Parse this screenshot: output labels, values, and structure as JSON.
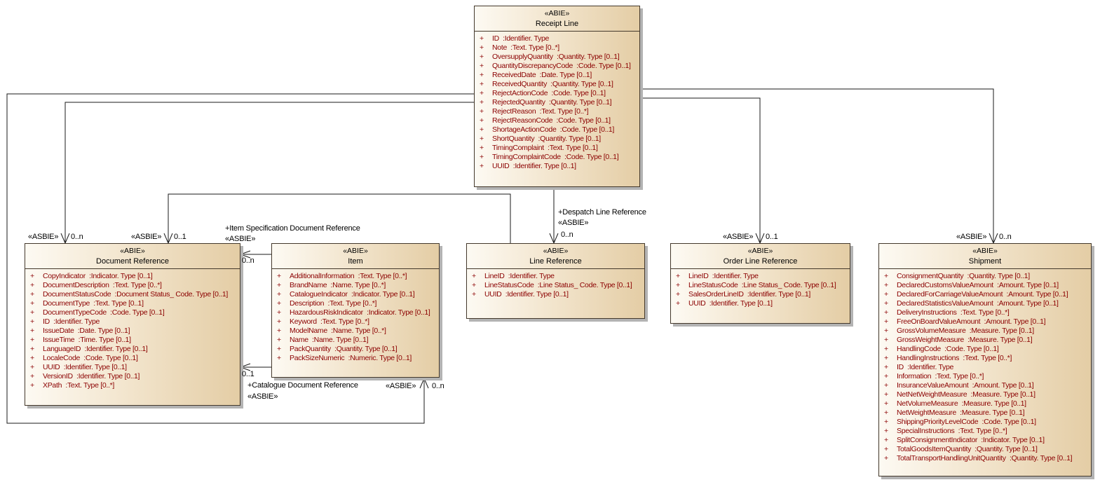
{
  "diagram_title": "Receipt Line UML class diagram",
  "ui": {
    "visibility_marker": "+"
  },
  "colors": {
    "box_gradient_left": "#fdfaf3",
    "box_gradient_right": "#e4cda5",
    "attribute_text": "#8b0000",
    "box_border": "#43382b",
    "shadow": "#b3b3b3",
    "connector_line": "#1a1a1a",
    "background": "#ffffff"
  },
  "classes": {
    "receipt_line": {
      "stereotype": "«ABIE»",
      "name": "Receipt Line",
      "attributes": [
        "ID  :Identifier. Type",
        "Note  :Text. Type [0..*]",
        "OversupplyQuantity  :Quantity. Type [0..1]",
        "QuantityDiscrepancyCode  :Code. Type [0..1]",
        "ReceivedDate  :Date. Type [0..1]",
        "ReceivedQuantity  :Quantity. Type [0..1]",
        "RejectActionCode  :Code. Type [0..1]",
        "RejectedQuantity  :Quantity. Type [0..1]",
        "RejectReason  :Text. Type [0..*]",
        "RejectReasonCode  :Code. Type [0..1]",
        "ShortageActionCode  :Code. Type [0..1]",
        "ShortQuantity  :Quantity. Type [0..1]",
        "TimingComplaint  :Text. Type [0..1]",
        "TimingComplaintCode  :Code. Type [0..1]",
        "UUID  :Identifier. Type [0..1]"
      ]
    },
    "document_reference": {
      "stereotype": "«ABIE»",
      "name": "Document Reference",
      "attributes": [
        "CopyIndicator  :Indicator. Type [0..1]",
        "DocumentDescription  :Text. Type [0..*]",
        "DocumentStatusCode  :Document Status_ Code. Type [0..1]",
        "DocumentType  :Text. Type [0..1]",
        "DocumentTypeCode  :Code. Type [0..1]",
        "ID  :Identifier. Type",
        "IssueDate  :Date. Type [0..1]",
        "IssueTime  :Time. Type [0..1]",
        "LanguageID  :Identifier. Type [0..1]",
        "LocaleCode  :Code. Type [0..1]",
        "UUID  :Identifier. Type [0..1]",
        "VersionID  :Identifier. Type [0..1]",
        "XPath  :Text. Type [0..*]"
      ]
    },
    "item": {
      "stereotype": "«ABIE»",
      "name": "Item",
      "attributes": [
        "AdditionalInformation  :Text. Type [0..*]",
        "BrandName  :Name. Type [0..*]",
        "CatalogueIndicator  :Indicator. Type [0..1]",
        "Description  :Text. Type [0..*]",
        "HazardousRiskIndicator  :Indicator. Type [0..1]",
        "Keyword  :Text. Type [0..*]",
        "ModelName  :Name. Type [0..*]",
        "Name  :Name. Type [0..1]",
        "PackQuantity  :Quantity. Type [0..1]",
        "PackSizeNumeric  :Numeric. Type [0..1]"
      ]
    },
    "line_reference": {
      "stereotype": "«ABIE»",
      "name": "Line Reference",
      "attributes": [
        "LineID  :Identifier. Type",
        "LineStatusCode  :Line Status_ Code. Type [0..1]",
        "UUID  :Identifier. Type [0..1]"
      ]
    },
    "order_line_reference": {
      "stereotype": "«ABIE»",
      "name": "Order Line Reference",
      "attributes": [
        "LineID  :Identifier. Type",
        "LineStatusCode  :Line Status_ Code. Type [0..1]",
        "SalesOrderLineID  :Identifier. Type [0..1]",
        "UUID  :Identifier. Type [0..1]"
      ]
    },
    "shipment": {
      "stereotype": "«ABIE»",
      "name": "Shipment",
      "attributes": [
        "ConsignmentQuantity  :Quantity. Type [0..1]",
        "DeclaredCustomsValueAmount  :Amount. Type [0..1]",
        "DeclaredForCarriageValueAmount  :Amount. Type [0..1]",
        "DeclaredStatisticsValueAmount  :Amount. Type [0..1]",
        "DeliveryInstructions  :Text. Type [0..*]",
        "FreeOnBoardValueAmount  :Amount. Type [0..1]",
        "GrossVolumeMeasure  :Measure. Type [0..1]",
        "GrossWeightMeasure  :Measure. Type [0..1]",
        "HandlingCode  :Code. Type [0..1]",
        "HandlingInstructions  :Text. Type [0..*]",
        "ID  :Identifier. Type",
        "Information  :Text. Type [0..*]",
        "InsuranceValueAmount  :Amount. Type [0..1]",
        "NetNetWeightMeasure  :Measure. Type [0..1]",
        "NetVolumeMeasure  :Measure. Type [0..1]",
        "NetWeightMeasure  :Measure. Type [0..1]",
        "ShippingPriorityLevelCode  :Code. Type [0..1]",
        "SpecialInstructions  :Text. Type [0..*]",
        "SplitConsignmentIndicator  :Indicator. Type [0..1]",
        "TotalGoodsItemQuantity  :Quantity. Type [0..1]",
        "TotalTransportHandlingUnitQuantity  :Quantity. Type [0..1]"
      ]
    }
  },
  "associations": {
    "rl_to_document_reference": {
      "stereotype": "«ASBIE»",
      "multiplicity": "0..n"
    },
    "rl_to_item": {
      "stereotype": "«ASBIE»",
      "multiplicity": "0..n"
    },
    "rl_to_line_reference": {
      "role": "+Despatch Line Reference",
      "stereotype": "«ASBIE»",
      "multiplicity": "0..n"
    },
    "rl_to_order_line_reference": {
      "stereotype": "«ASBIE»",
      "multiplicity": "0..1"
    },
    "rl_to_shipment": {
      "stereotype": "«ASBIE»",
      "multiplicity": "0..n"
    },
    "lr_to_document_reference": {
      "stereotype": "«ASBIE»",
      "multiplicity": "0..1"
    },
    "item_spec_document_reference": {
      "role": "+Item Specification Document Reference",
      "stereotype": "«ASBIE»",
      "multiplicity": "0..n"
    },
    "catalogue_document_reference": {
      "role": "+Catalogue Document Reference",
      "stereotype": "«ASBIE»",
      "multiplicity": "0..1"
    }
  }
}
